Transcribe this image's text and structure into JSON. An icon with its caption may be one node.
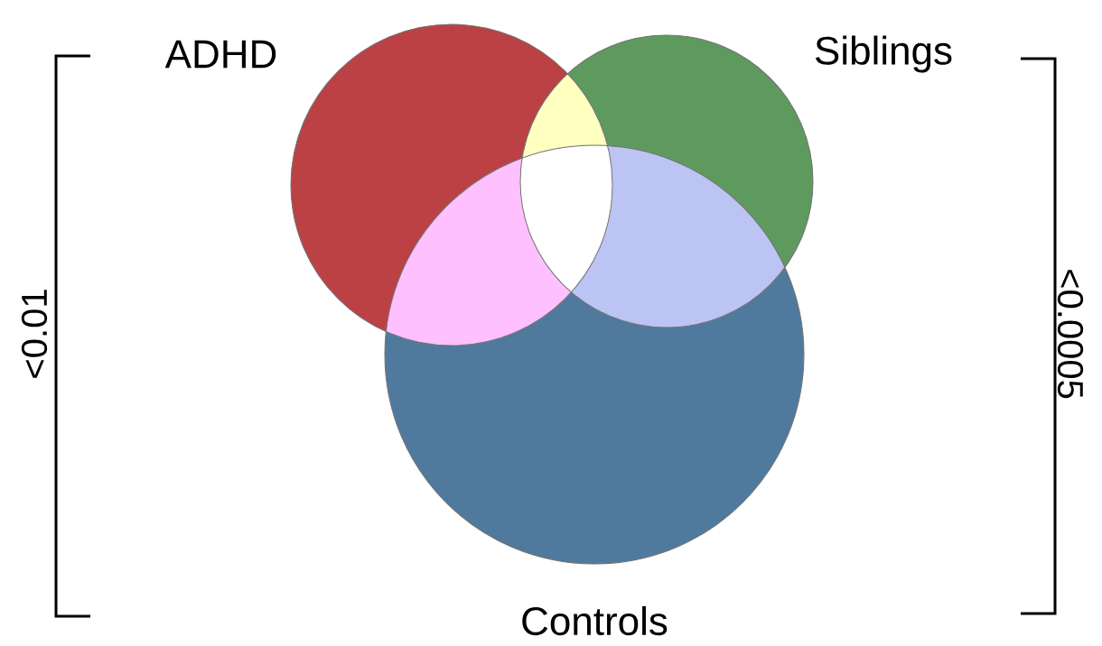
{
  "diagram": {
    "nodes": [
      {
        "text": [
          "ADHD"
        ]
      },
      {
        "text": [
          "Siblings"
        ]
      },
      {
        "text": [
          "Controls"
        ]
      }
    ],
    "labels": [
      "<0.01",
      "<0.0005"
    ]
  }
}
